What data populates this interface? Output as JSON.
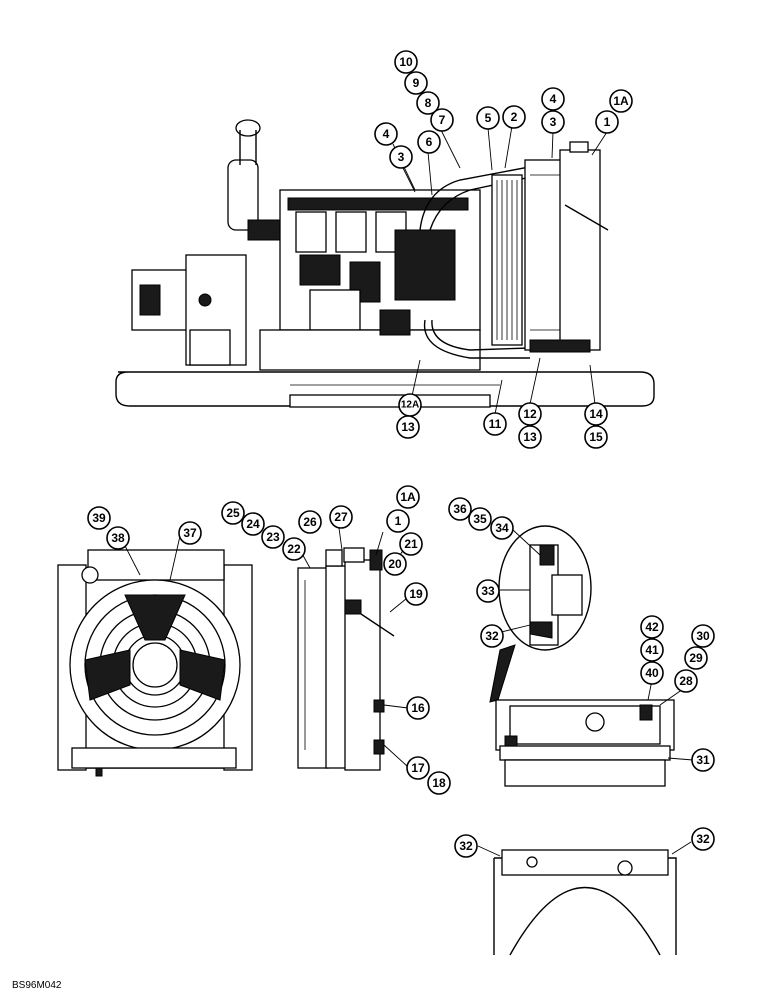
{
  "diagram": {
    "figure_code": "BS96M042",
    "callouts": {
      "c10": "10",
      "c9": "9",
      "c8": "8",
      "c7": "7",
      "c5": "5",
      "c2": "2",
      "c4a": "4",
      "c3a": "3",
      "c1Aa": "1A",
      "c1a": "1",
      "c4b": "4",
      "c3b": "3",
      "c6": "6",
      "c12Aa": "12A",
      "c13a": "13",
      "c11": "11",
      "c12": "12",
      "c13b": "13",
      "c14": "14",
      "c15": "15",
      "c39": "39",
      "c38": "38",
      "c37": "37",
      "c25": "25",
      "c24": "24",
      "c23": "23",
      "c22": "22",
      "c26": "26",
      "c27": "27",
      "c1Ab": "1A",
      "c1b": "1",
      "c21": "21",
      "c20": "20",
      "c19": "19",
      "c16": "16",
      "c17": "17",
      "c18": "18",
      "c36": "36",
      "c35": "35",
      "c34": "34",
      "c33": "33",
      "c32a": "32",
      "c42": "42",
      "c41": "41",
      "c40": "40",
      "c30": "30",
      "c29": "29",
      "c28": "28",
      "c31": "31",
      "c32b": "32",
      "c32c": "32"
    }
  }
}
